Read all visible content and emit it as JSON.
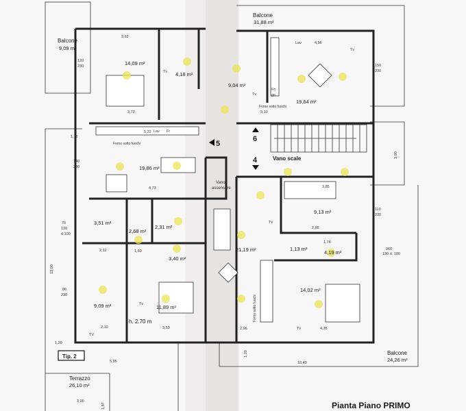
{
  "title": "Pianta Piano PRIMO",
  "type_tag": "Tip. 2",
  "ceiling_height": "h. 2.70 m",
  "outdoor": {
    "balcone_nw": {
      "label": "Balcone",
      "area": "9,09 m²"
    },
    "balcone_n": {
      "label": "Balcone",
      "area": "31,88 m²"
    },
    "balcone_se": {
      "label": "Balcone",
      "area": "24,26 m²"
    },
    "terrazzo": {
      "label": "Terrazzo",
      "area": "26,10 m²"
    }
  },
  "rooms": {
    "r1": "14,09 m²",
    "r2": "4,18 m²",
    "r3": "9,04 m²",
    "r4": "19,64 m²",
    "r5": "19,86 m²",
    "r6": "9,13 m²",
    "r7": "3,51 m²",
    "r8": "2,68 m²",
    "r9": "2,31 m²",
    "r10": "3,40 m²",
    "r11": "21,19 m²",
    "r12": "1,13 m²",
    "r13": "4,19 m²",
    "r14": "14,02 m²",
    "r15": "9,09 m²",
    "r16": "11,89 m²"
  },
  "common": {
    "stairs": "Vano scale",
    "elevator_1": "Vano",
    "elevator_2": "ascensore",
    "unit_5": "5",
    "unit_6": "6",
    "unit_4": "4"
  },
  "fixtures": {
    "lav": "Lav",
    "fr": "Fr",
    "tv": "Tv",
    "tv_caps": "TV",
    "fn": "Fn",
    "go": "go",
    "forno": "Forno sotto fuochi"
  },
  "dimensions": {
    "d13": "13,00",
    "d595": "5,95",
    "d1049": "10,49",
    "d300": "3,00",
    "d300b": "3,00",
    "d120": "1,20",
    "d120b": "1,20",
    "d172": "1,72",
    "d473": "4,73",
    "d353": "3,53",
    "d296": "2,96",
    "d435": "4,35",
    "d210": "2,10",
    "d522": "5,22",
    "d456": "4,56",
    "d910": "9,10",
    "d385": "3,85",
    "d285": "2,85",
    "d174": "1,74",
    "d160": "1,60",
    "d187": "1,87",
    "d362": "3,62",
    "d373": "3,73",
    "d212": "2,12",
    "w120": "120",
    "w140": "140",
    "w230": "230",
    "w70": "70",
    "w130": "130",
    "wd100": "d 100",
    "w80": "80",
    "w110": "110",
    "w150": "150",
    "w060": "060",
    "w130d": "130 d. 100"
  }
}
